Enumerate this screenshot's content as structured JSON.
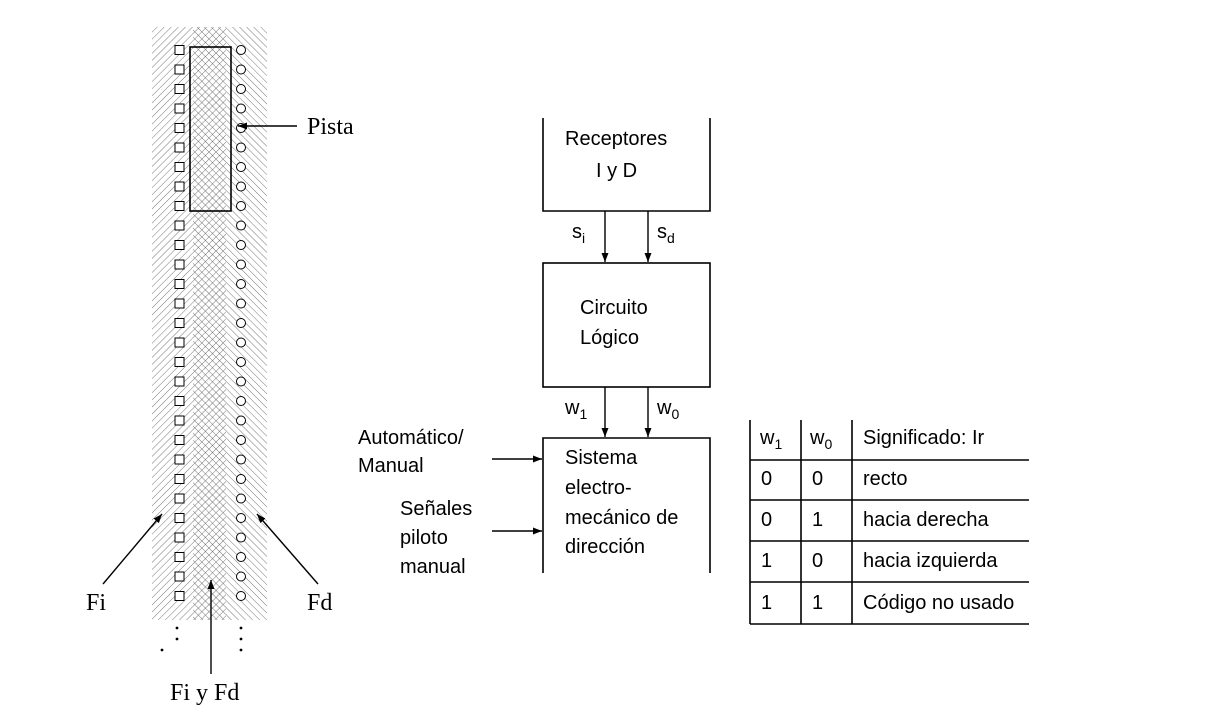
{
  "labels": {
    "pista": "Pista",
    "fi": "Fi",
    "fd": "Fd",
    "fi_y_fd": "Fi y Fd",
    "automatico_line1": "Automático/",
    "automatico_line2": "Manual",
    "senales_line1": "Señales",
    "senales_line2": "piloto",
    "senales_line3": "manual"
  },
  "blocks": {
    "receptores": {
      "line1": "Receptores",
      "line2": "I y D"
    },
    "circuito": {
      "line1": "Circuito",
      "line2": "Lógico"
    },
    "sistema": {
      "line1": "Sistema",
      "line2": "electro-",
      "line3": "mecánico de",
      "line4": "dirección"
    }
  },
  "signals": {
    "s": "s",
    "i": "i",
    "d": "d",
    "w": "w",
    "one": "1",
    "zero": "0"
  },
  "table": {
    "header": {
      "w1_base": "w",
      "w1_sub": "1",
      "w0_base": "w",
      "w0_sub": "0",
      "meaning": "Significado: Ir"
    },
    "rows": [
      {
        "w1": "0",
        "w0": "0",
        "meaning": "recto"
      },
      {
        "w1": "0",
        "w0": "1",
        "meaning": "hacia derecha"
      },
      {
        "w1": "1",
        "w0": "0",
        "meaning": "hacia izquierda"
      },
      {
        "w1": "1",
        "w0": "1",
        "meaning": "Código no usado"
      }
    ]
  }
}
